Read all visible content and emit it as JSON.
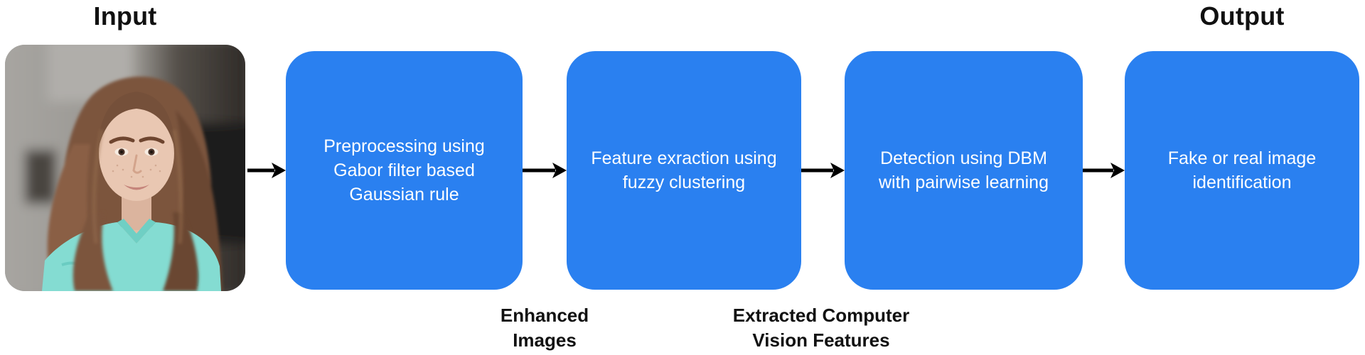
{
  "title_labels": {
    "input": "Input",
    "output": "Output"
  },
  "pipeline": {
    "steps": [
      {
        "label": "Preprocessing using\nGabor filter based\nGaussian rule"
      },
      {
        "label": "Feature exraction using\nfuzzy clustering"
      },
      {
        "label": "Detection using DBM\nwith pairwise learning"
      },
      {
        "label": "Fake or real image\nidentification"
      }
    ],
    "intermediate_labels": [
      {
        "text": "Enhanced\nImages"
      },
      {
        "text": "Extracted Computer\nVision Features"
      }
    ],
    "input_image_alt": "Portrait photo of a young woman with long auburn hair wearing a teal top"
  },
  "colors": {
    "box_blue": "#2A80F0",
    "box_text": "#FFFFFF",
    "arrow_black": "#000000",
    "label_black": "#111111"
  }
}
